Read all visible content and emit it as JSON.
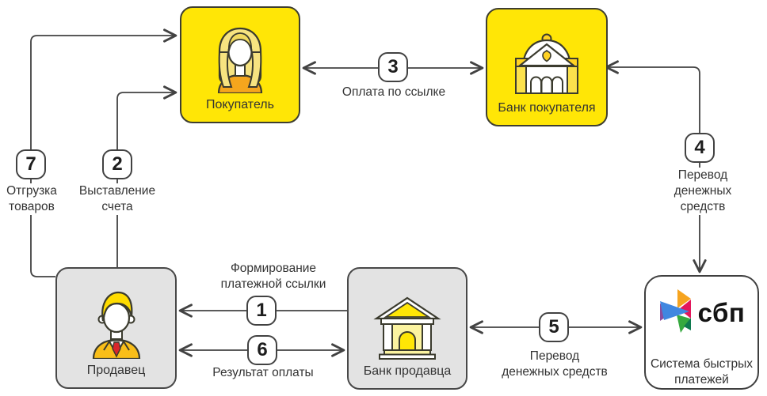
{
  "nodes": {
    "buyer": {
      "label": "Покупатель",
      "icon": "buyer-person-icon"
    },
    "buyer_bank": {
      "label": "Банк покупателя",
      "icon": "domed-bank-icon"
    },
    "seller": {
      "label": "Продавец",
      "icon": "seller-person-icon"
    },
    "seller_bank": {
      "label": "Банк продавца",
      "icon": "temple-bank-icon"
    },
    "sbp": {
      "logo_text": "сбп",
      "label": "Система быстрых\nплатежей",
      "icon": "sbp-logo-icon"
    }
  },
  "steps": [
    {
      "number": "1",
      "label": "Формирование\nплатежной ссылки",
      "from": "seller_bank",
      "to": "seller",
      "arrowheads": "end"
    },
    {
      "number": "2",
      "label": "Выставление\nсчета",
      "from": "seller",
      "to": "buyer",
      "arrowheads": "end"
    },
    {
      "number": "3",
      "label": "Оплата по ссылке",
      "from": "buyer",
      "to": "buyer_bank",
      "arrowheads": "both"
    },
    {
      "number": "4",
      "label": "Перевод\nденежных средств",
      "from": "buyer_bank",
      "to": "sbp",
      "arrowheads": "both"
    },
    {
      "number": "5",
      "label": "Перевод\nденежных средств",
      "from": "sbp",
      "to": "seller_bank",
      "arrowheads": "both"
    },
    {
      "number": "6",
      "label": "Результат оплаты",
      "from": "seller_bank",
      "to": "seller",
      "arrowheads": "both"
    },
    {
      "number": "7",
      "label": "Отгрузка\nтоваров",
      "from": "seller",
      "to": "buyer",
      "arrowheads": "end"
    }
  ],
  "colors": {
    "accent_yellow": "#ffe606",
    "node_gray": "#e3e3e3",
    "line": "#424242",
    "text": "#333333",
    "sbp_blue": "#4087e0",
    "sbp_purple": "#8a4d9e",
    "sbp_orange": "#f6a41f",
    "sbp_magenta": "#e3175c",
    "sbp_green": "#36a93f",
    "sbp_teal": "#0f7a4f",
    "tie_red": "#d8262c"
  }
}
